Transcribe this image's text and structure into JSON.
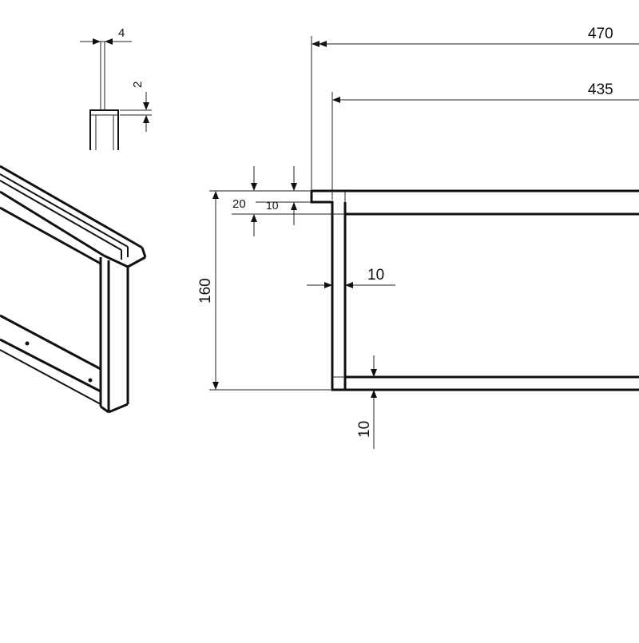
{
  "dimensions": {
    "overall_width": "470",
    "inner_width": "435",
    "height": "160",
    "top_offset": "20",
    "lip_thickness": "10",
    "wall_thickness": "10",
    "bottom_thickness": "10",
    "detail_width": "4",
    "detail_depth": "2"
  }
}
